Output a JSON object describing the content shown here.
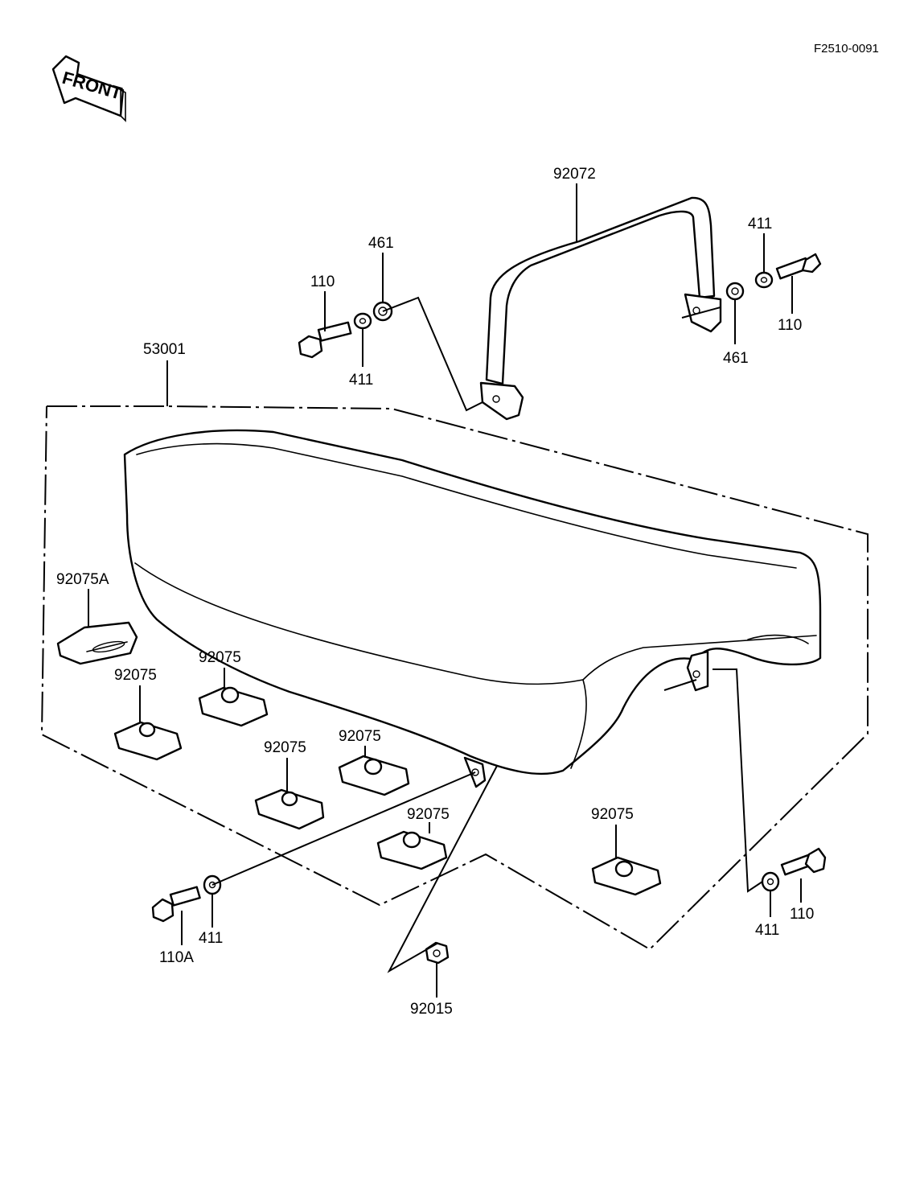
{
  "diagram_code": "F2510-0091",
  "front_label": "FRONT",
  "parts": {
    "seat": "53001",
    "grab_strap": "92072",
    "bolt_front_left": "110",
    "washer_461_left": "461",
    "washer_411_left": "411",
    "washer_411_right_top": "411",
    "bolt_right_top": "110",
    "washer_461_right": "461",
    "damper_a": "92075A",
    "damper_1": "92075",
    "damper_2": "92075",
    "damper_3": "92075",
    "damper_4": "92075",
    "damper_5": "92075",
    "damper_6": "92075",
    "bolt_110a": "110A",
    "washer_411_bottom_left": "411",
    "nut_92015": "92015",
    "washer_411_bottom_right": "411",
    "bolt_bottom_right": "110"
  }
}
